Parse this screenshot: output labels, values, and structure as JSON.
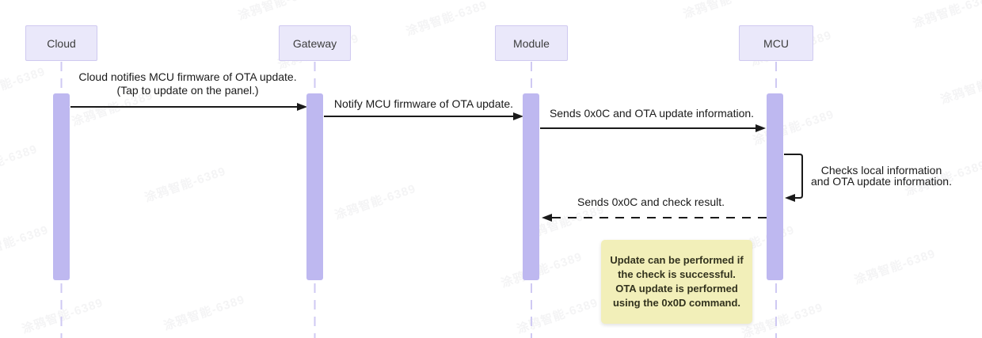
{
  "page": {
    "type": "sequence-diagram",
    "background": "#ffffff"
  },
  "actors": [
    {
      "id": "cloud",
      "label": "Cloud"
    },
    {
      "id": "gateway",
      "label": "Gateway"
    },
    {
      "id": "module",
      "label": "Module"
    },
    {
      "id": "mcu",
      "label": "MCU"
    }
  ],
  "messages": [
    {
      "from": "Cloud",
      "to": "Gateway",
      "style": "solid",
      "lines": [
        "Cloud notifies MCU firmware of OTA update.",
        "(Tap to update on the panel.)"
      ]
    },
    {
      "from": "Gateway",
      "to": "Module",
      "style": "solid",
      "lines": [
        "Notify MCU firmware of OTA update."
      ]
    },
    {
      "from": "Module",
      "to": "MCU",
      "style": "solid",
      "lines": [
        "Sends 0x0C and OTA update information."
      ]
    },
    {
      "from": "MCU",
      "to": "MCU",
      "style": "self-loop",
      "lines": [
        "Checks local information",
        "and OTA update information."
      ]
    },
    {
      "from": "MCU",
      "to": "Module",
      "style": "dashed",
      "lines": [
        "Sends 0x0C and check result."
      ]
    }
  ],
  "note": {
    "lines": [
      "Update can be performed if",
      "the check is successful.",
      "OTA update is performed",
      "using the 0x0D command."
    ]
  },
  "watermark": {
    "text": "涂鸦智能-6389"
  },
  "colors": {
    "actor_fill": "#EAE8FA",
    "actor_border": "#CFC9F0",
    "activation_fill": "#BEB8F0",
    "lifeline": "#CFC9F3",
    "arrow": "#1A1A1A",
    "note_fill": "#F2EFB9",
    "note_text": "#32321E"
  }
}
